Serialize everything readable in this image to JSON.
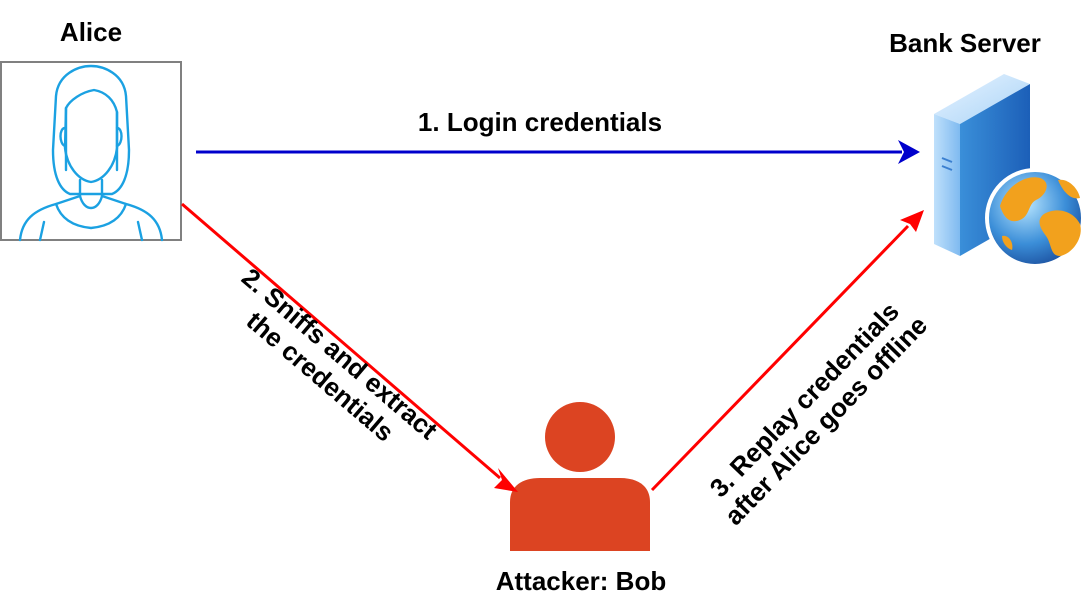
{
  "nodes": {
    "alice": {
      "label": "Alice",
      "icon": "female-user-icon"
    },
    "bank": {
      "label": "Bank Server",
      "icon": "web-server-icon"
    },
    "attacker": {
      "label": "Attacker: Bob",
      "icon": "person-icon"
    }
  },
  "edges": {
    "login": {
      "label": "1. Login credentials"
    },
    "sniff": {
      "line1": "2. Sniffs and extract",
      "line2": "the credentials"
    },
    "replay": {
      "line1": "3. Replay credentials",
      "line2": "after Alice goes offline"
    }
  },
  "colors": {
    "login_arrow": "#0000cc",
    "attack_arrow": "#ff0000",
    "alice_icon": "#1ba1e2",
    "attacker_icon": "#dc4422",
    "frame": "#808080",
    "text": "#000000"
  }
}
